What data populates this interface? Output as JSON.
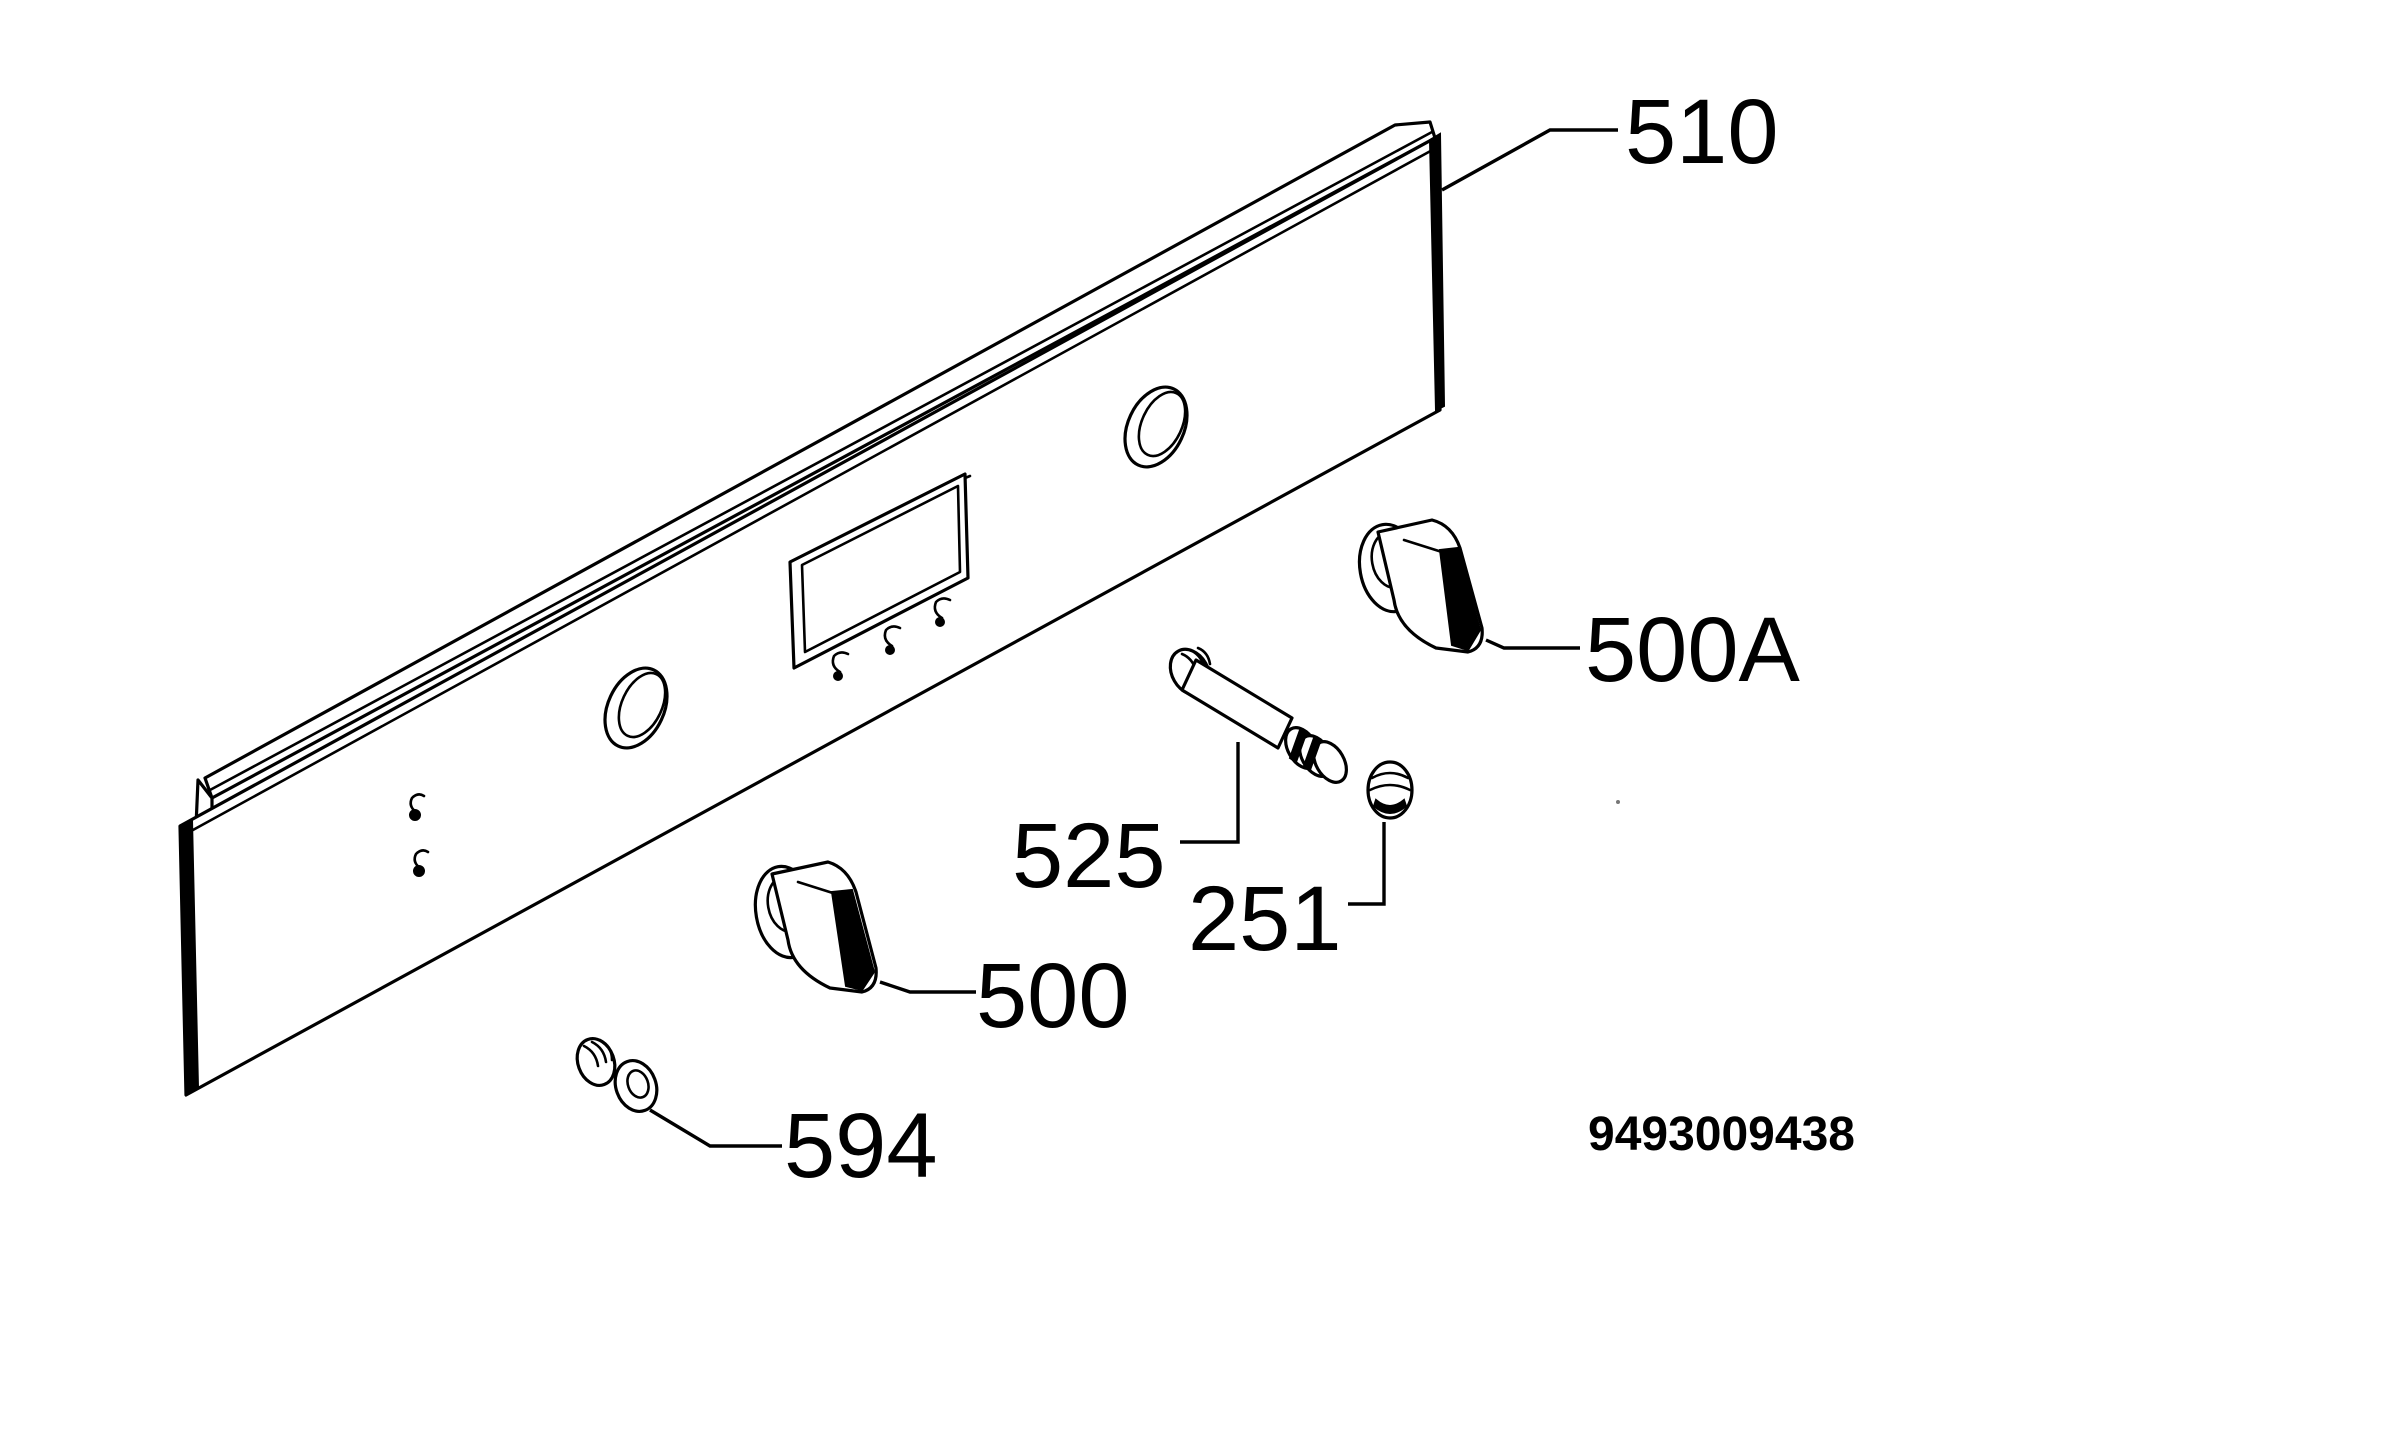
{
  "diagram": {
    "callouts": {
      "panel": "510",
      "knob_right": "500A",
      "shaft": "525",
      "cap": "251",
      "knob_left": "500",
      "bulb": "594"
    },
    "document_number": "9493009438"
  }
}
